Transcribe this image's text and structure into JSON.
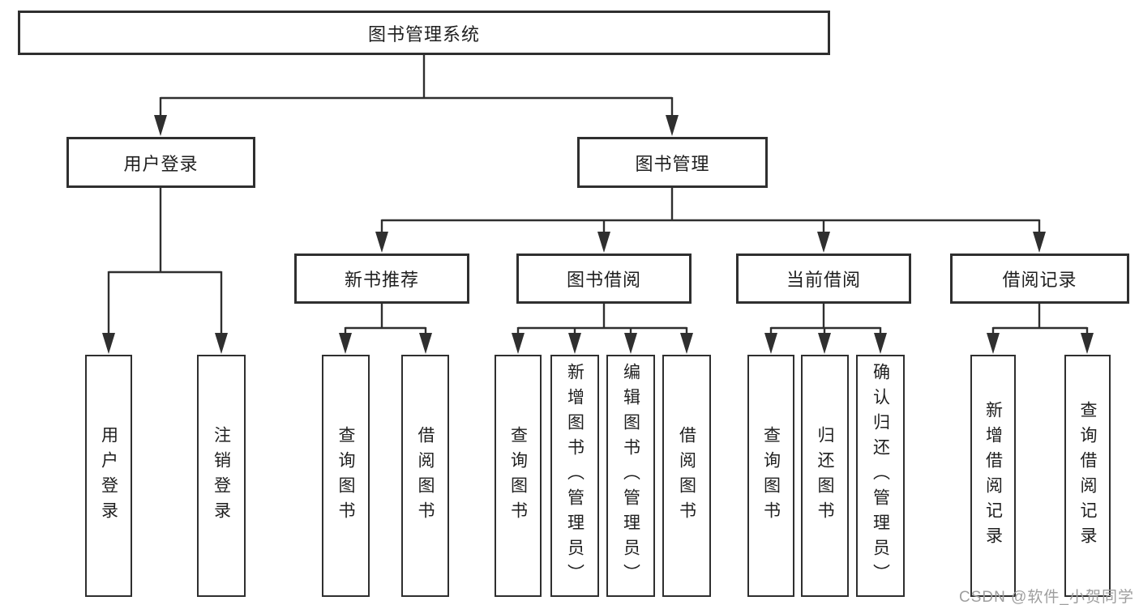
{
  "diagram": {
    "root": {
      "label": "图书管理系统"
    },
    "branches": [
      {
        "label": "用户登录",
        "children": [
          {
            "label": "用户登录"
          },
          {
            "label": "注销登录"
          }
        ]
      },
      {
        "label": "图书管理",
        "children": [
          {
            "label": "新书推荐",
            "children": [
              {
                "label": "查询图书"
              },
              {
                "label": "借阅图书"
              }
            ]
          },
          {
            "label": "图书借阅",
            "children": [
              {
                "label": "查询图书"
              },
              {
                "label": "新增图书（管理员）"
              },
              {
                "label": "编辑图书（管理员）"
              },
              {
                "label": "借阅图书"
              }
            ]
          },
          {
            "label": "当前借阅",
            "children": [
              {
                "label": "查询图书"
              },
              {
                "label": "归还图书"
              },
              {
                "label": "确认归还（管理员）"
              }
            ]
          },
          {
            "label": "借阅记录",
            "children": [
              {
                "label": "新增借阅记录"
              },
              {
                "label": "查询借阅记录"
              }
            ]
          }
        ]
      }
    ]
  },
  "watermark": {
    "text": "CSDN @软件_小贺同学"
  },
  "colors": {
    "background": "#ffffff",
    "line": "#2f2f2f",
    "node_border": "#2f2f2f",
    "text": "#1f1f1f",
    "watermark": "#9e9e9e"
  }
}
